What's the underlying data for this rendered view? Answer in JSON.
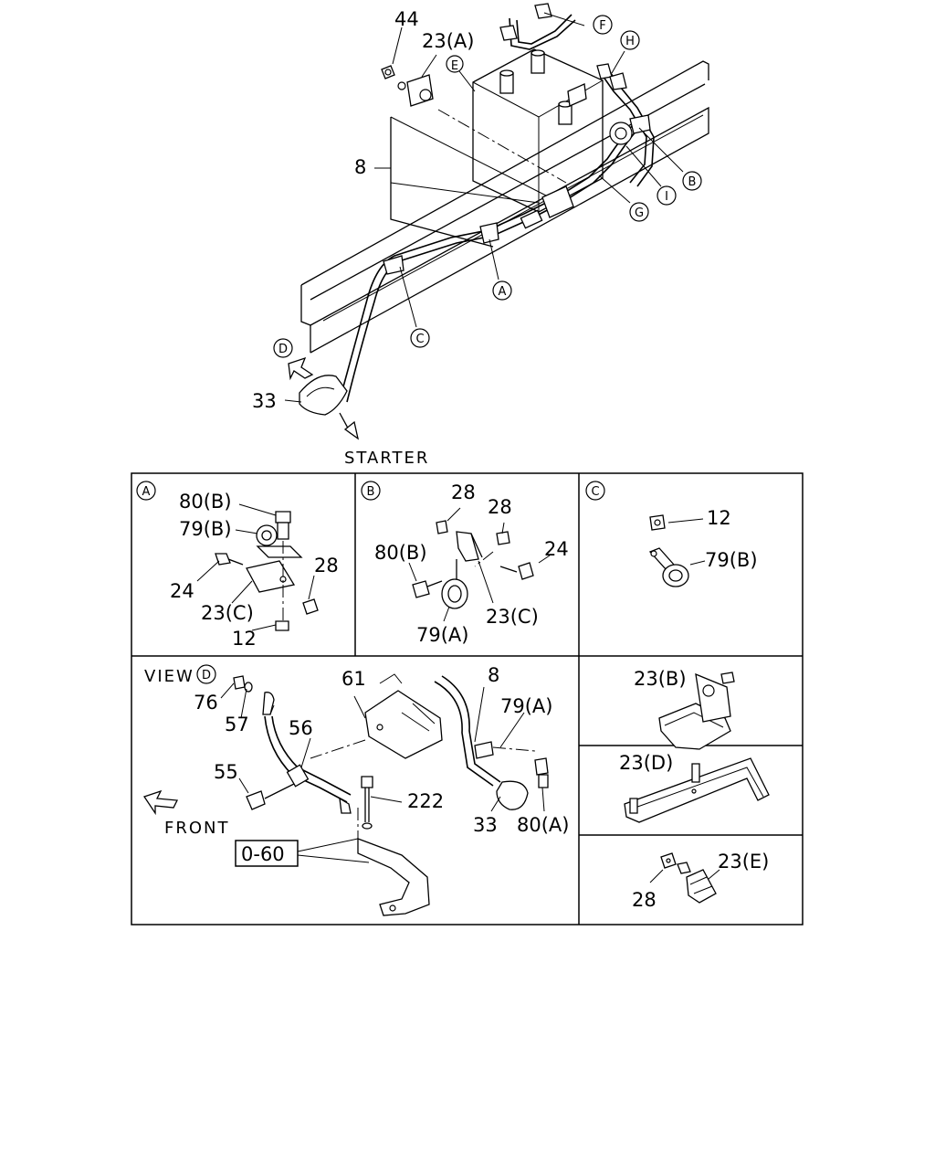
{
  "main_view": {
    "labels": {
      "p44": "44",
      "p23a": "23(A)",
      "pE": "E",
      "pF": "F",
      "pH": "H",
      "p8": "8",
      "pB": "B",
      "pI": "I",
      "pG": "G",
      "pA": "A",
      "pC": "C",
      "pD": "D",
      "p33": "33",
      "starter": "STARTER"
    }
  },
  "detail_a": {
    "header": "A",
    "labels": {
      "p80b": "80(B)",
      "p79b": "79(B)",
      "p24": "24",
      "p28": "28",
      "p23c": "23(C)",
      "p12": "12"
    }
  },
  "detail_b": {
    "header": "B",
    "labels": {
      "p28a": "28",
      "p28b": "28",
      "p80b": "80(B)",
      "p24": "24",
      "p23c": "23(C)",
      "p79a": "79(A)"
    }
  },
  "detail_c": {
    "header": "C",
    "labels": {
      "p12": "12",
      "p79b": "79(B)"
    }
  },
  "view_d": {
    "title": "VIEW",
    "marker": "D",
    "labels": {
      "p76": "76",
      "p57": "57",
      "p61": "61",
      "p8": "8",
      "p79a": "79(A)",
      "p56": "56",
      "p55": "55",
      "p222": "222",
      "p33": "33",
      "p80a": "80(A)",
      "front": "FRONT",
      "ref": "0-60"
    }
  },
  "detail_23b": {
    "label": "23(B)"
  },
  "detail_23d": {
    "label": "23(D)"
  },
  "detail_23e": {
    "labels": {
      "p23e": "23(E)",
      "p28": "28"
    }
  }
}
